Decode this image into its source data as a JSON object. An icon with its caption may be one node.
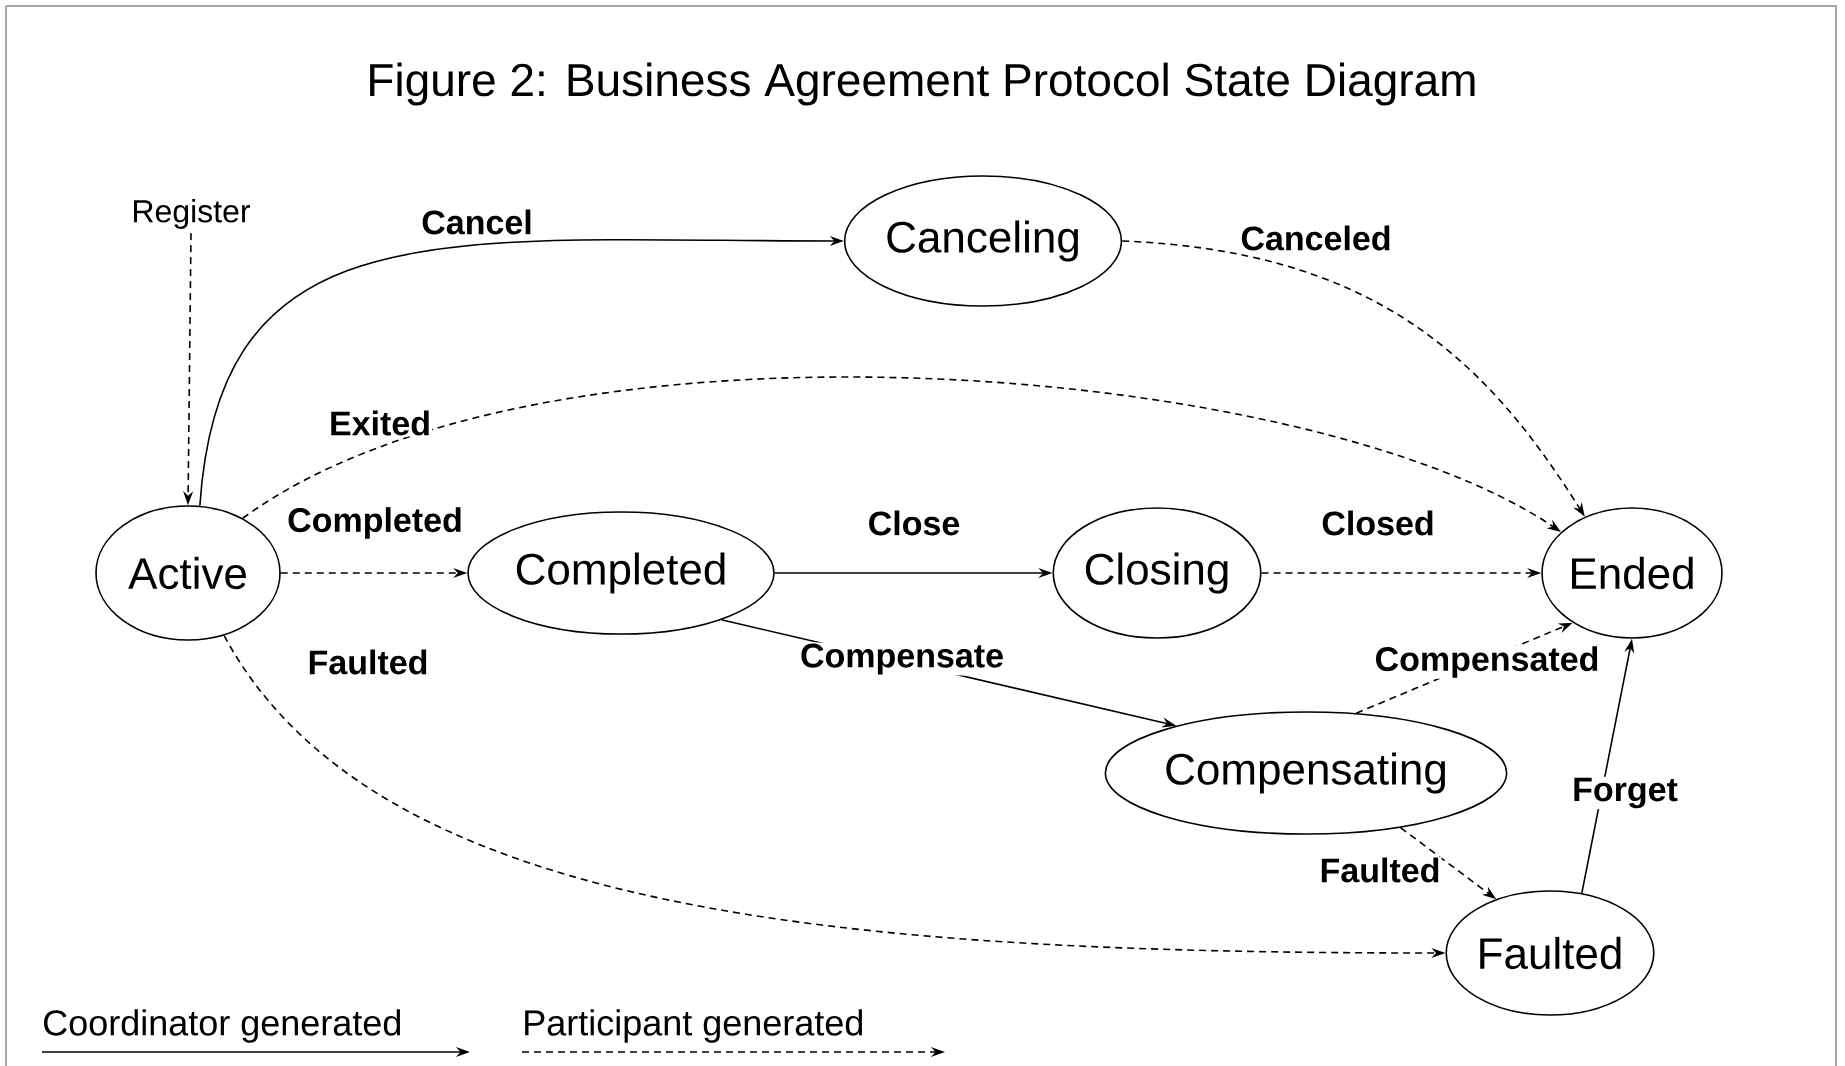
{
  "diagram": {
    "title": "Figure 2: Business Agreement Protocol State Diagram",
    "nodes": [
      {
        "text": [
          "Register"
        ]
      },
      {
        "text": [
          "Canceling"
        ]
      },
      {
        "text": [
          "Active"
        ]
      },
      {
        "text": [
          "Completed"
        ]
      },
      {
        "text": [
          "Closing"
        ]
      },
      {
        "text": [
          "Ended"
        ]
      },
      {
        "text": [
          "Compensating"
        ]
      },
      {
        "text": [
          "Faulted"
        ]
      }
    ],
    "edges": [
      {
        "from": 0,
        "to": 2,
        "arrow": "to",
        "style": "dashed"
      },
      {
        "from": 2,
        "to": 1,
        "arrow": "to",
        "label": "Cancel"
      },
      {
        "from": 1,
        "to": 5,
        "arrow": "to",
        "label": "Canceled",
        "style": "dashed"
      },
      {
        "from": 2,
        "to": 5,
        "arrow": "to",
        "label": "Exited",
        "style": "dashed"
      },
      {
        "from": 2,
        "to": 3,
        "arrow": "to",
        "label": "Completed",
        "style": "dashed"
      },
      {
        "from": 3,
        "to": 4,
        "arrow": "to",
        "label": "Close"
      },
      {
        "from": 4,
        "to": 5,
        "arrow": "to",
        "label": "Closed",
        "style": "dashed"
      },
      {
        "from": 3,
        "to": 6,
        "arrow": "to",
        "label": "Compensate"
      },
      {
        "from": 6,
        "to": 5,
        "arrow": "to",
        "label": "Compensated",
        "style": "dashed"
      },
      {
        "from": 6,
        "to": 7,
        "arrow": "to",
        "label": "Faulted",
        "style": "dashed"
      },
      {
        "from": 2,
        "to": 7,
        "arrow": "to",
        "label": "Faulted",
        "style": "dashed"
      },
      {
        "from": 7,
        "to": 5,
        "arrow": "to",
        "label": "Forget"
      }
    ],
    "legend": [
      {
        "text": "Coordinator generated"
      },
      {
        "text": "Participant generated"
      }
    ]
  }
}
